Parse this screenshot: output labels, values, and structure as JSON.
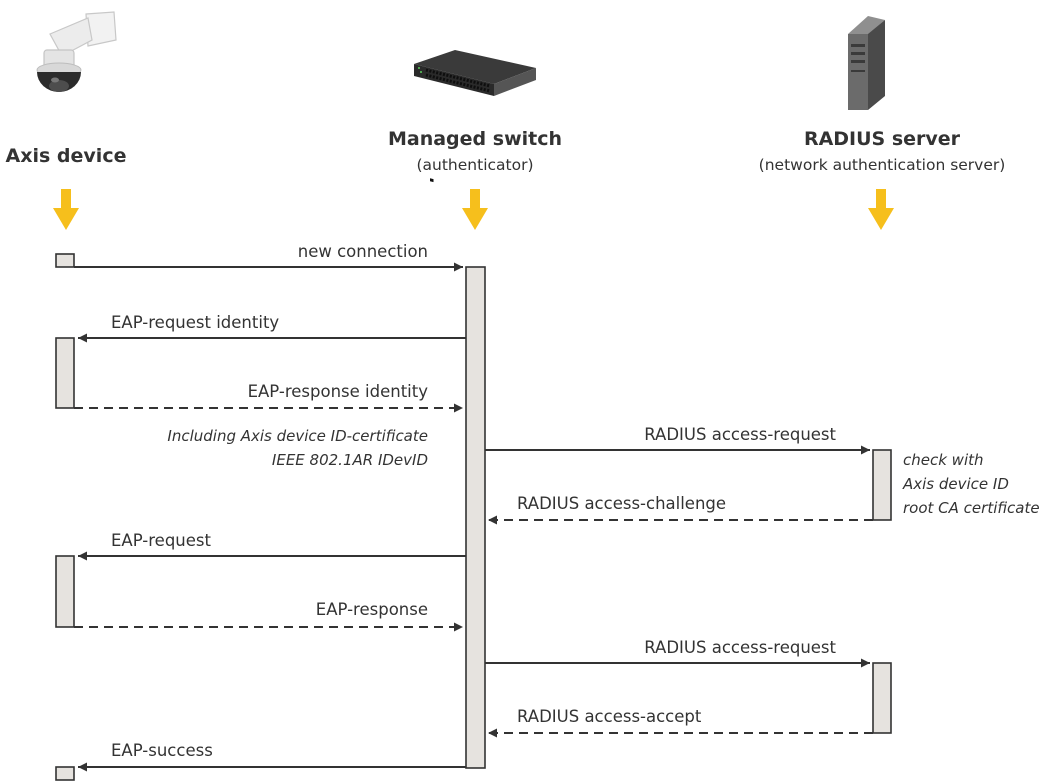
{
  "participants": [
    {
      "id": "device",
      "title": "Axis device",
      "subtitle": "",
      "icon": "camera-icon"
    },
    {
      "id": "switch",
      "title": "Managed switch",
      "subtitle": "(authenticator)",
      "icon": "switch-icon"
    },
    {
      "id": "server",
      "title": "RADIUS server",
      "subtitle": "(network authentication server)",
      "icon": "server-icon"
    }
  ],
  "messages": [
    {
      "label": "new connection",
      "from": "device",
      "to": "switch",
      "style": "solid"
    },
    {
      "label": "EAP-request identity",
      "from": "switch",
      "to": "device",
      "style": "solid"
    },
    {
      "label": "EAP-response identity",
      "from": "device",
      "to": "switch",
      "style": "dashed"
    },
    {
      "label": "RADIUS access-request",
      "from": "switch",
      "to": "server",
      "style": "solid"
    },
    {
      "label": "RADIUS access-challenge",
      "from": "server",
      "to": "switch",
      "style": "dashed"
    },
    {
      "label": "EAP-request",
      "from": "switch",
      "to": "device",
      "style": "solid"
    },
    {
      "label": "EAP-response",
      "from": "device",
      "to": "switch",
      "style": "dashed"
    },
    {
      "label": "RADIUS access-request",
      "from": "switch",
      "to": "server",
      "style": "solid"
    },
    {
      "label": "RADIUS access-accept",
      "from": "server",
      "to": "switch",
      "style": "dashed"
    },
    {
      "label": "EAP-success",
      "from": "switch",
      "to": "device",
      "style": "solid"
    }
  ],
  "notes": {
    "certificate_line1": "Including Axis device ID-certificate",
    "certificate_line2": "IEEE 802.1AR IDevID",
    "check_line1": "check with",
    "check_line2": "Axis device ID",
    "check_line3": "root CA certificate"
  },
  "colors": {
    "arrow_down": "#f6bf1c",
    "activation_fill": "#e6e3df",
    "line": "#333333"
  }
}
